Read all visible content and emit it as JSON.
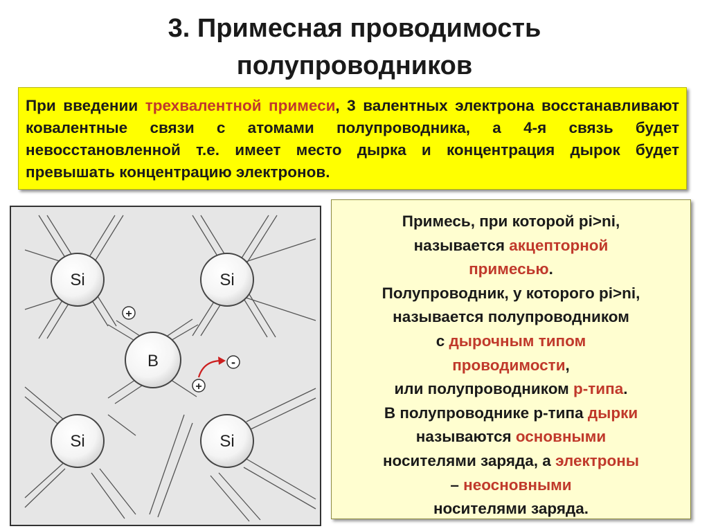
{
  "title": {
    "line1": "3. Примесная проводимость",
    "line2": "полупроводников"
  },
  "intro": {
    "t1": "При введении ",
    "t2": "трехвалентной примеси",
    "t3": ", 3 валентных электрона восстанавливают ковалентные связи с атомами полупроводника, а 4-я связь будет невосстановленной т.е. имеет место дырка и концентрация дырок будет превышать концентрацию электронов."
  },
  "diagram": {
    "atoms": {
      "si": "Si",
      "b": "B"
    },
    "signs": {
      "plus": "+",
      "minus": "-"
    },
    "colors": {
      "arrow": "#cc1f1f",
      "background": "#e6e6e6"
    }
  },
  "definition": {
    "l1": "Примесь, при которой pi>ni,",
    "l2a": "называется ",
    "l2b": "акцепторной",
    "l3a": "примесью",
    "l3b": ".",
    "l4": "Полупроводник, у которого pi>ni,",
    "l5": "называется полупроводником",
    "l6a": "с ",
    "l6b": "дырочным типом",
    "l7a": "проводимости",
    "l7b": ",",
    "l8a": "или полупроводником ",
    "l8b": "p-типа",
    "l8c": ".",
    "l9a": "В полупроводнике p-типа ",
    "l9b": "дырки",
    "l10a": "называются ",
    "l10b": "основными",
    "l11a": "носителями  заряда,  а ",
    "l11b": "электроны",
    "l12a": "– ",
    "l12b": "неосновными",
    "l13": "носителями заряда."
  },
  "colors": {
    "highlight_red": "#c0392b",
    "yellow_box": "#ffff00",
    "cream_box": "#fffed0"
  }
}
